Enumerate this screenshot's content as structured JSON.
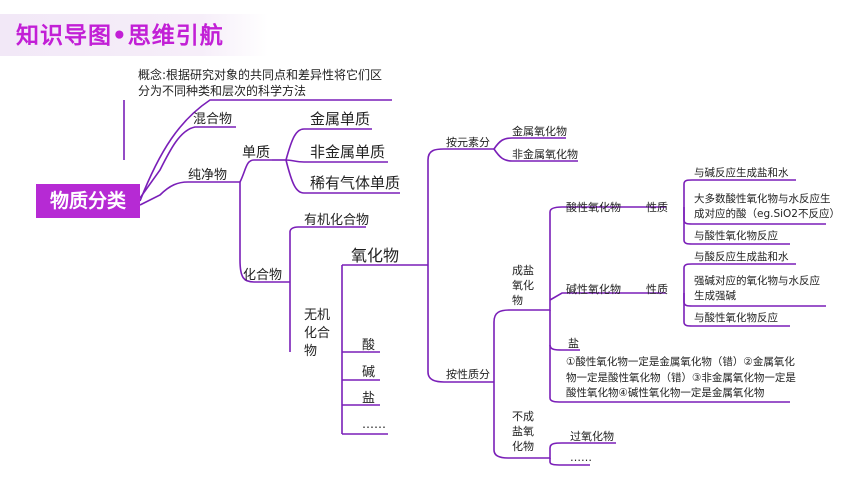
{
  "header": {
    "title": "知识导图•思维引航"
  },
  "root": {
    "label": "物质分类"
  },
  "concept": {
    "line1": "概念:根据研究对象的共同点和差异性将它们区",
    "line2": "分为不同种类和层次的科学方法"
  },
  "mixture": {
    "label": "混合物"
  },
  "pure": {
    "label": "纯净物"
  },
  "element": {
    "label": "单质",
    "items": [
      "金属单质",
      "非金属单质",
      "稀有气体单质"
    ]
  },
  "compound": {
    "label": "化合物",
    "organic": "有机化合物",
    "inorganic": [
      "无机",
      "化合",
      "物"
    ],
    "oxide": "氧化物",
    "others": [
      "酸",
      "碱",
      "盐",
      "……"
    ]
  },
  "by_element": {
    "label": "按元素分",
    "items": [
      "金属氧化物",
      "非金属氧化物"
    ]
  },
  "by_property": {
    "label": "按性质分"
  },
  "salt_forming": {
    "label": [
      "成盐",
      "氧化",
      "物"
    ],
    "acidic": {
      "label": "酸性氧化物",
      "prop": "性质",
      "items": [
        [
          "与碱反应生成盐和水"
        ],
        [
          "大多数酸性氧化物与水反应生",
          "成对应的酸（eg.SiO2不反应）"
        ],
        [
          "与酸性氧化物反应"
        ]
      ]
    },
    "basic": {
      "label": "碱性氧化物",
      "prop": "性质",
      "items": [
        [
          "与酸反应生成盐和水"
        ],
        [
          "强碱对应的氧化物与水反应",
          "生成强碱"
        ],
        [
          "与酸性氧化物反应"
        ]
      ]
    },
    "salt": "盐",
    "notes": [
      "①酸性氧化物一定是金属氧化物（错）②金属氧化",
      "物一定是酸性氧化物（错）③非金属氧化物一定是",
      "酸性氧化物④碱性氧化物一定是金属氧化物"
    ]
  },
  "non_salt_forming": {
    "label": [
      "不成",
      "盐氧",
      "化物"
    ],
    "items": [
      "过氧化物",
      "……"
    ]
  },
  "colors": {
    "accent": "#b62ad4",
    "line": "#7a1fb8",
    "title": "#c21fd6"
  }
}
